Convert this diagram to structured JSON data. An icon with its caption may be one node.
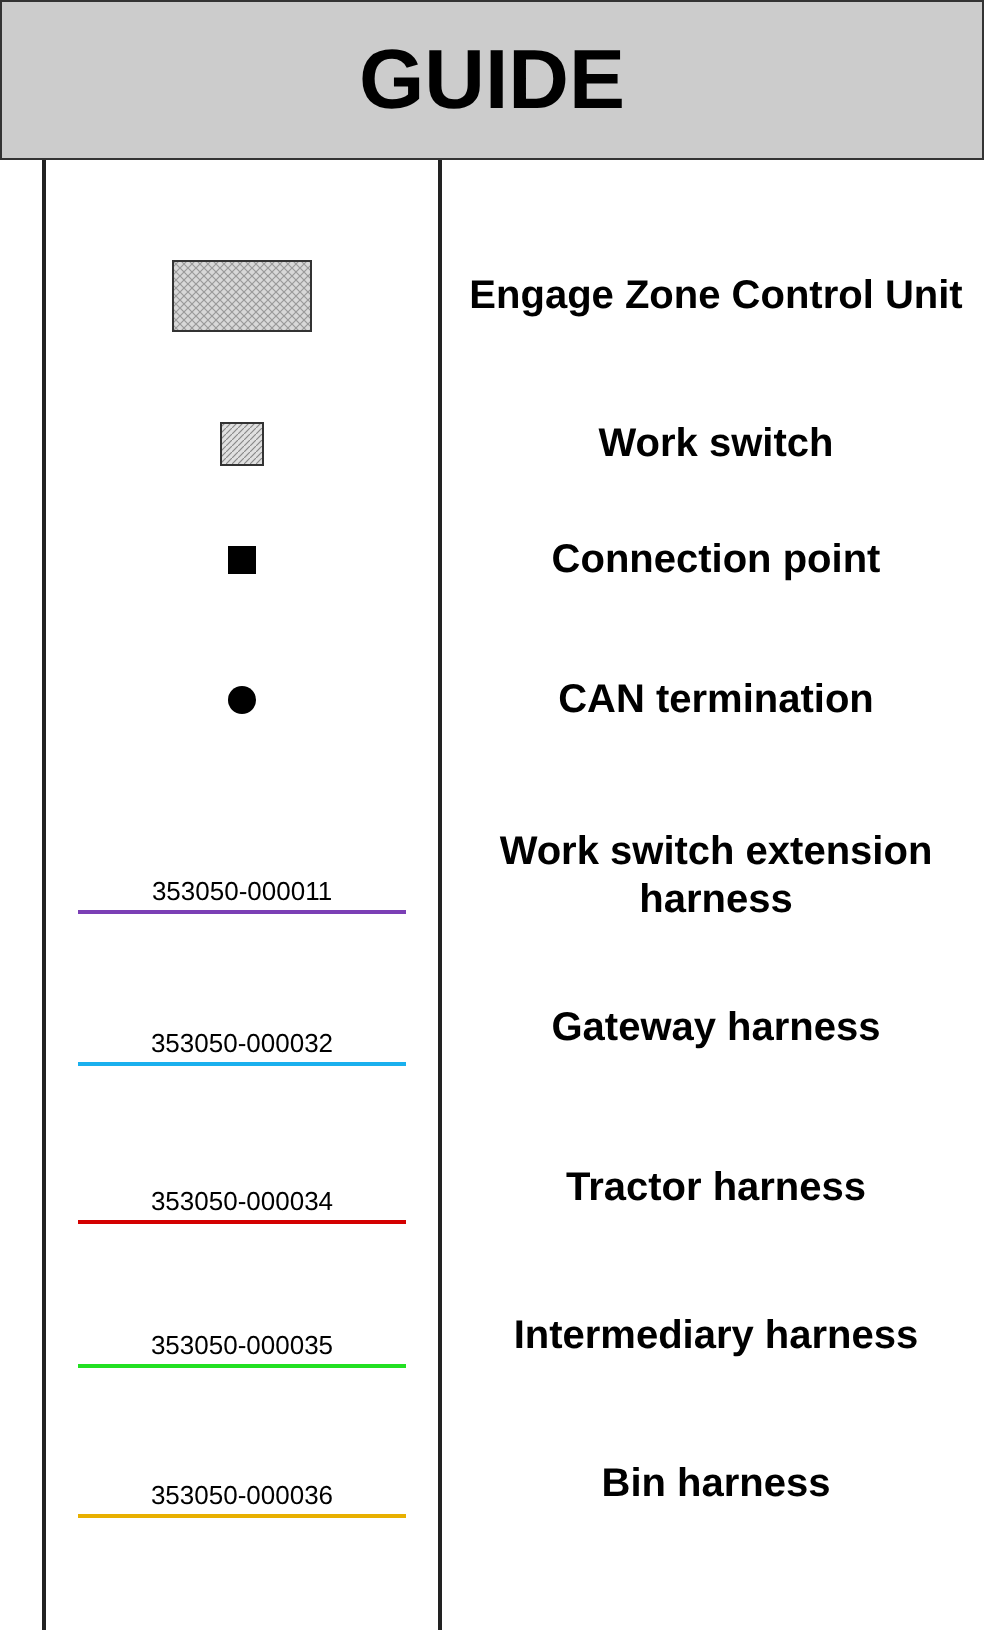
{
  "diagram": {
    "title": "GUIDE",
    "labels": [
      "353050-000011",
      "353050-000032",
      "353050-000034",
      "353050-000035",
      "353050-000036"
    ],
    "legend": [
      {
        "text": "Engage Zone Control Unit"
      },
      {
        "text": "Work switch"
      },
      {
        "text": "Connection point"
      },
      {
        "text": "CAN termination"
      },
      {
        "text": "Work switch extension harness",
        "color": "#7b3fb5"
      },
      {
        "text": "Gateway harness",
        "color": "#1ab0ee"
      },
      {
        "text": "Tractor harness",
        "color": "#d40000"
      },
      {
        "text": "Intermediary harness",
        "color": "#22e022"
      },
      {
        "text": "Bin harness",
        "color": "#e8b000"
      }
    ]
  }
}
